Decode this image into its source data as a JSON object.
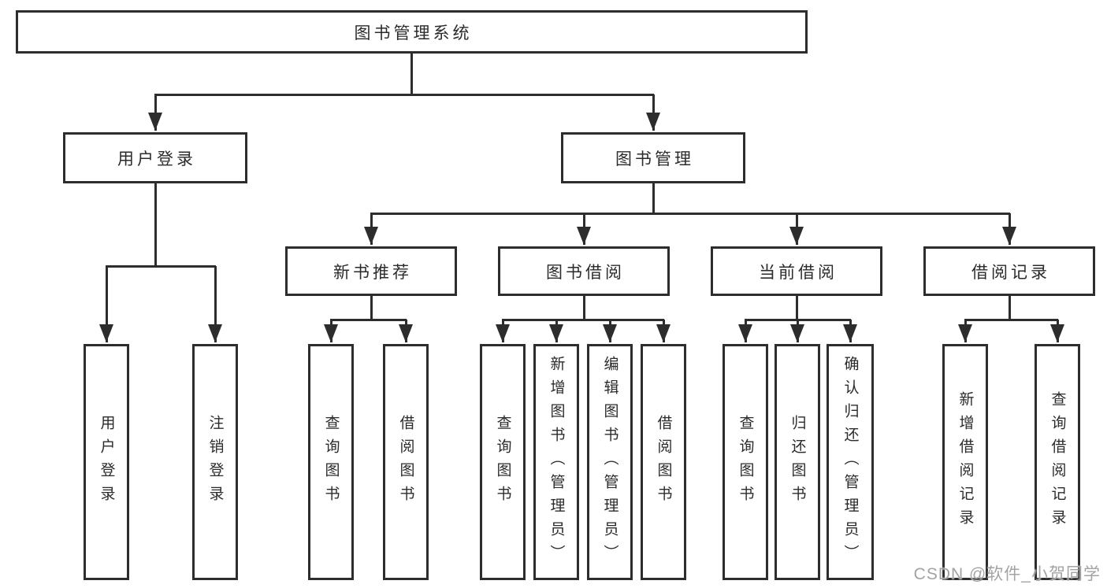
{
  "diagram": {
    "root": {
      "label": "图书管理系统"
    },
    "children": [
      {
        "label": "用户登录",
        "children": [
          {
            "label": "用户登录"
          },
          {
            "label": "注销登录"
          }
        ]
      },
      {
        "label": "图书管理",
        "children": [
          {
            "label": "新书推荐",
            "children": [
              {
                "label": "查询图书"
              },
              {
                "label": "借阅图书"
              }
            ]
          },
          {
            "label": "图书借阅",
            "children": [
              {
                "label": "查询图书"
              },
              {
                "label": "新增图书（管理员）"
              },
              {
                "label": "编辑图书（管理员）"
              },
              {
                "label": "借阅图书"
              }
            ]
          },
          {
            "label": "当前借阅",
            "children": [
              {
                "label": "查询图书"
              },
              {
                "label": "归还图书"
              },
              {
                "label": "确认归还（管理员）"
              }
            ]
          },
          {
            "label": "借阅记录",
            "children": [
              {
                "label": "新增借阅记录"
              },
              {
                "label": "查询借阅记录"
              }
            ]
          }
        ]
      }
    ]
  },
  "watermark": {
    "text": "CSDN @软件_小贺同学"
  }
}
